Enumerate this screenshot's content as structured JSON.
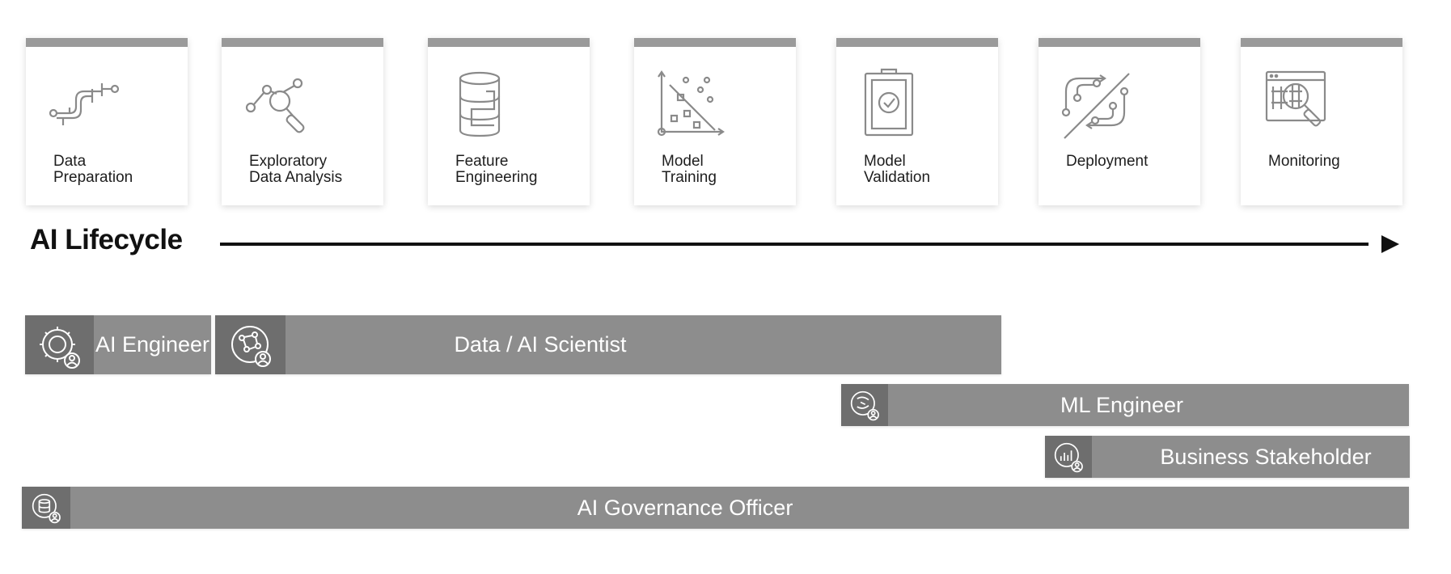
{
  "stages": [
    {
      "id": "data-preparation",
      "lines": [
        "Data",
        "Preparation"
      ],
      "icon": "pipeline-icon"
    },
    {
      "id": "exploratory-data-analysis",
      "lines": [
        "Exploratory",
        "Data Analysis"
      ],
      "icon": "graph-magnifier-icon"
    },
    {
      "id": "feature-engineering",
      "lines": [
        "Feature",
        "Engineering"
      ],
      "icon": "database-icon"
    },
    {
      "id": "model-training",
      "lines": [
        "Model",
        "Training"
      ],
      "icon": "scatter-plot-icon"
    },
    {
      "id": "model-validation",
      "lines": [
        "Model",
        "Validation"
      ],
      "icon": "clipboard-check-icon"
    },
    {
      "id": "deployment",
      "lines": [
        "Deployment"
      ],
      "icon": "deploy-circuit-icon"
    },
    {
      "id": "monitoring",
      "lines": [
        "Monitoring"
      ],
      "icon": "monitor-search-icon"
    }
  ],
  "lifecycle": {
    "title": "AI Lifecycle"
  },
  "roles": [
    {
      "id": "ai-engineer",
      "label": "AI Engineer",
      "icon": "gear-wrench-user-icon"
    },
    {
      "id": "data-ai-scientist",
      "label": "Data  / AI Scientist",
      "icon": "network-user-icon"
    },
    {
      "id": "ml-engineer",
      "label": "ML Engineer",
      "icon": "model-user-icon"
    },
    {
      "id": "business-stakeholder",
      "label": "Business Stakeholder",
      "icon": "chart-user-icon"
    },
    {
      "id": "ai-governance-officer",
      "label": "AI Governance Officer",
      "icon": "database-user-icon"
    }
  ],
  "colors": {
    "bar": "#8d8d8d",
    "bar_icon_bg": "#6e6e6e",
    "stage_bar": "#9a9a9a",
    "arrow": "#111111"
  }
}
